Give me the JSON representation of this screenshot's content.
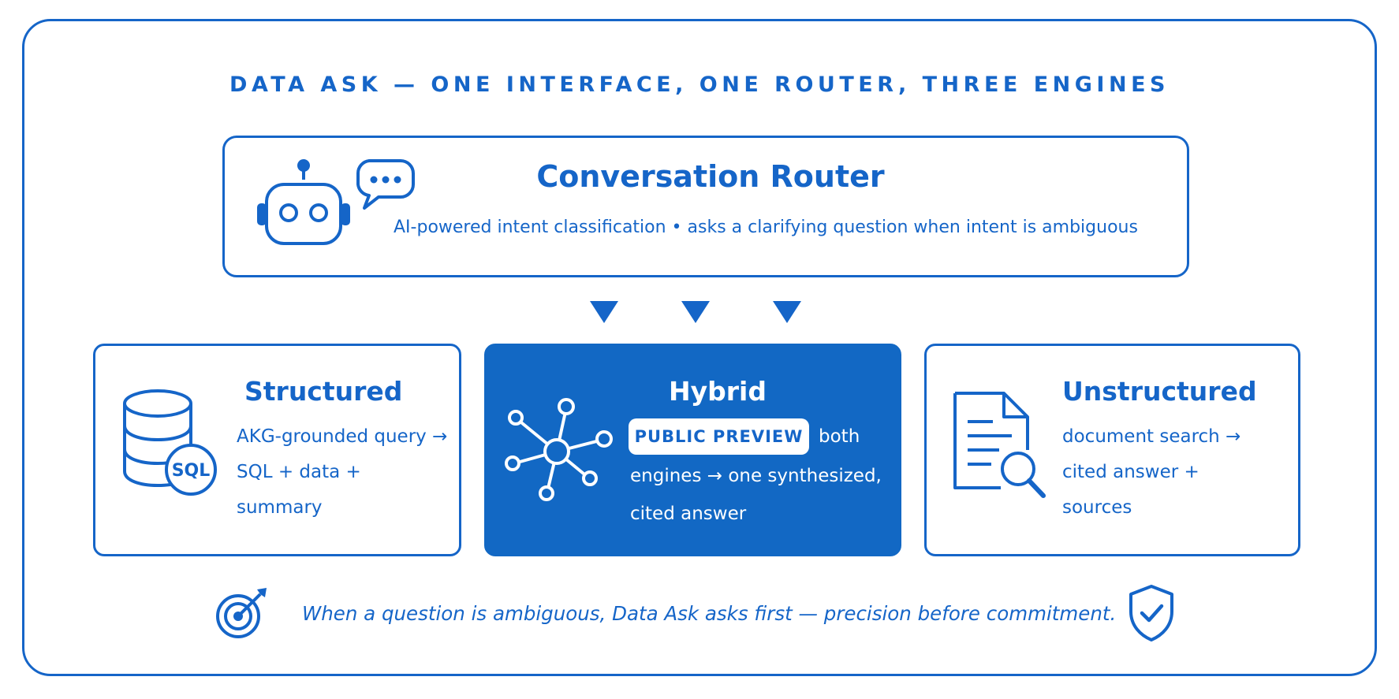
{
  "title": "DATA ASK — ONE INTERFACE, ONE ROUTER, THREE ENGINES",
  "router": {
    "title": "Conversation Router",
    "subtitle": "AI-powered intent classification • asks a clarifying question when intent is ambiguous",
    "icons": [
      "robot-icon",
      "chat-bubble-icon"
    ]
  },
  "engines": {
    "structured": {
      "title": "Structured",
      "lines": [
        "AKG-grounded query →",
        "SQL + data +",
        "summary"
      ],
      "icon": "database-sql-icon",
      "icon_label": "SQL"
    },
    "hybrid": {
      "title": "Hybrid",
      "badge": "PUBLIC PREVIEW",
      "lines": [
        "both",
        "engines → one synthesized,",
        "cited answer"
      ],
      "icon": "network-hub-icon"
    },
    "unstructured": {
      "title": "Unstructured",
      "lines": [
        "document search →",
        "cited answer +",
        "sources"
      ],
      "icon": "document-search-icon"
    }
  },
  "footer": {
    "text": "When a question is ambiguous, Data Ask asks first — precision before commitment.",
    "icons": [
      "target-icon",
      "shield-check-icon"
    ]
  },
  "colors": {
    "primary": "#1565c8",
    "hybrid_fill": "#1268c4",
    "background": "#ffffff"
  }
}
